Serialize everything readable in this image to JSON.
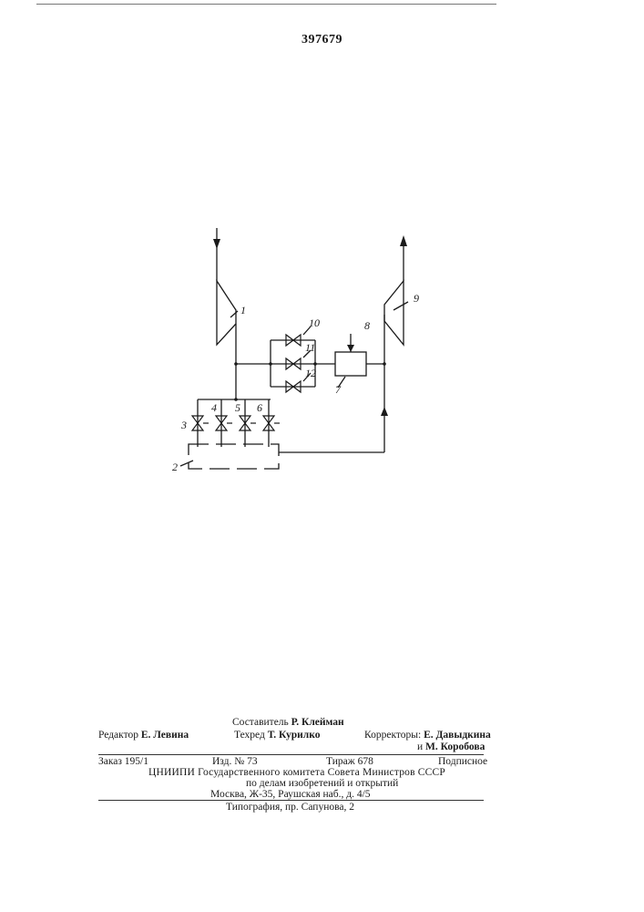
{
  "document": {
    "number": "397679"
  },
  "diagram": {
    "labels": {
      "turbine_left": "1",
      "receiver": "2",
      "valve_3": "3",
      "valve_4": "4",
      "valve_5": "5",
      "valve_6": "6",
      "unit_7": "7",
      "input_8": "8",
      "turbine_right": "9",
      "valve_10": "10",
      "valve_11": "11",
      "valve_12": "12"
    }
  },
  "colophon": {
    "compiler_label": "Составитель",
    "compiler_name": "Р. Клейман",
    "editor_label": "Редактор",
    "editor_name": "Е. Левина",
    "techred_label": "Техред",
    "techred_name": "Т. Курилко",
    "correctors_label": "Корректоры:",
    "corrector_1": "Е. Давыдкина",
    "corrector_and": "и",
    "corrector_2": "М. Коробова",
    "order": "Заказ  195/1",
    "issue": "Изд.  №  73",
    "circulation": "Тираж  678",
    "subscription": "Подписное",
    "org_line_1": "ЦНИИПИ  Государственного  комитета  Совета  Министров  СССР",
    "org_line_2": "по делам изобретений и открытий",
    "org_line_3": "Москва, Ж-35, Раушская наб., д. 4/5",
    "printer": "Типография, пр. Сапунова, 2"
  }
}
